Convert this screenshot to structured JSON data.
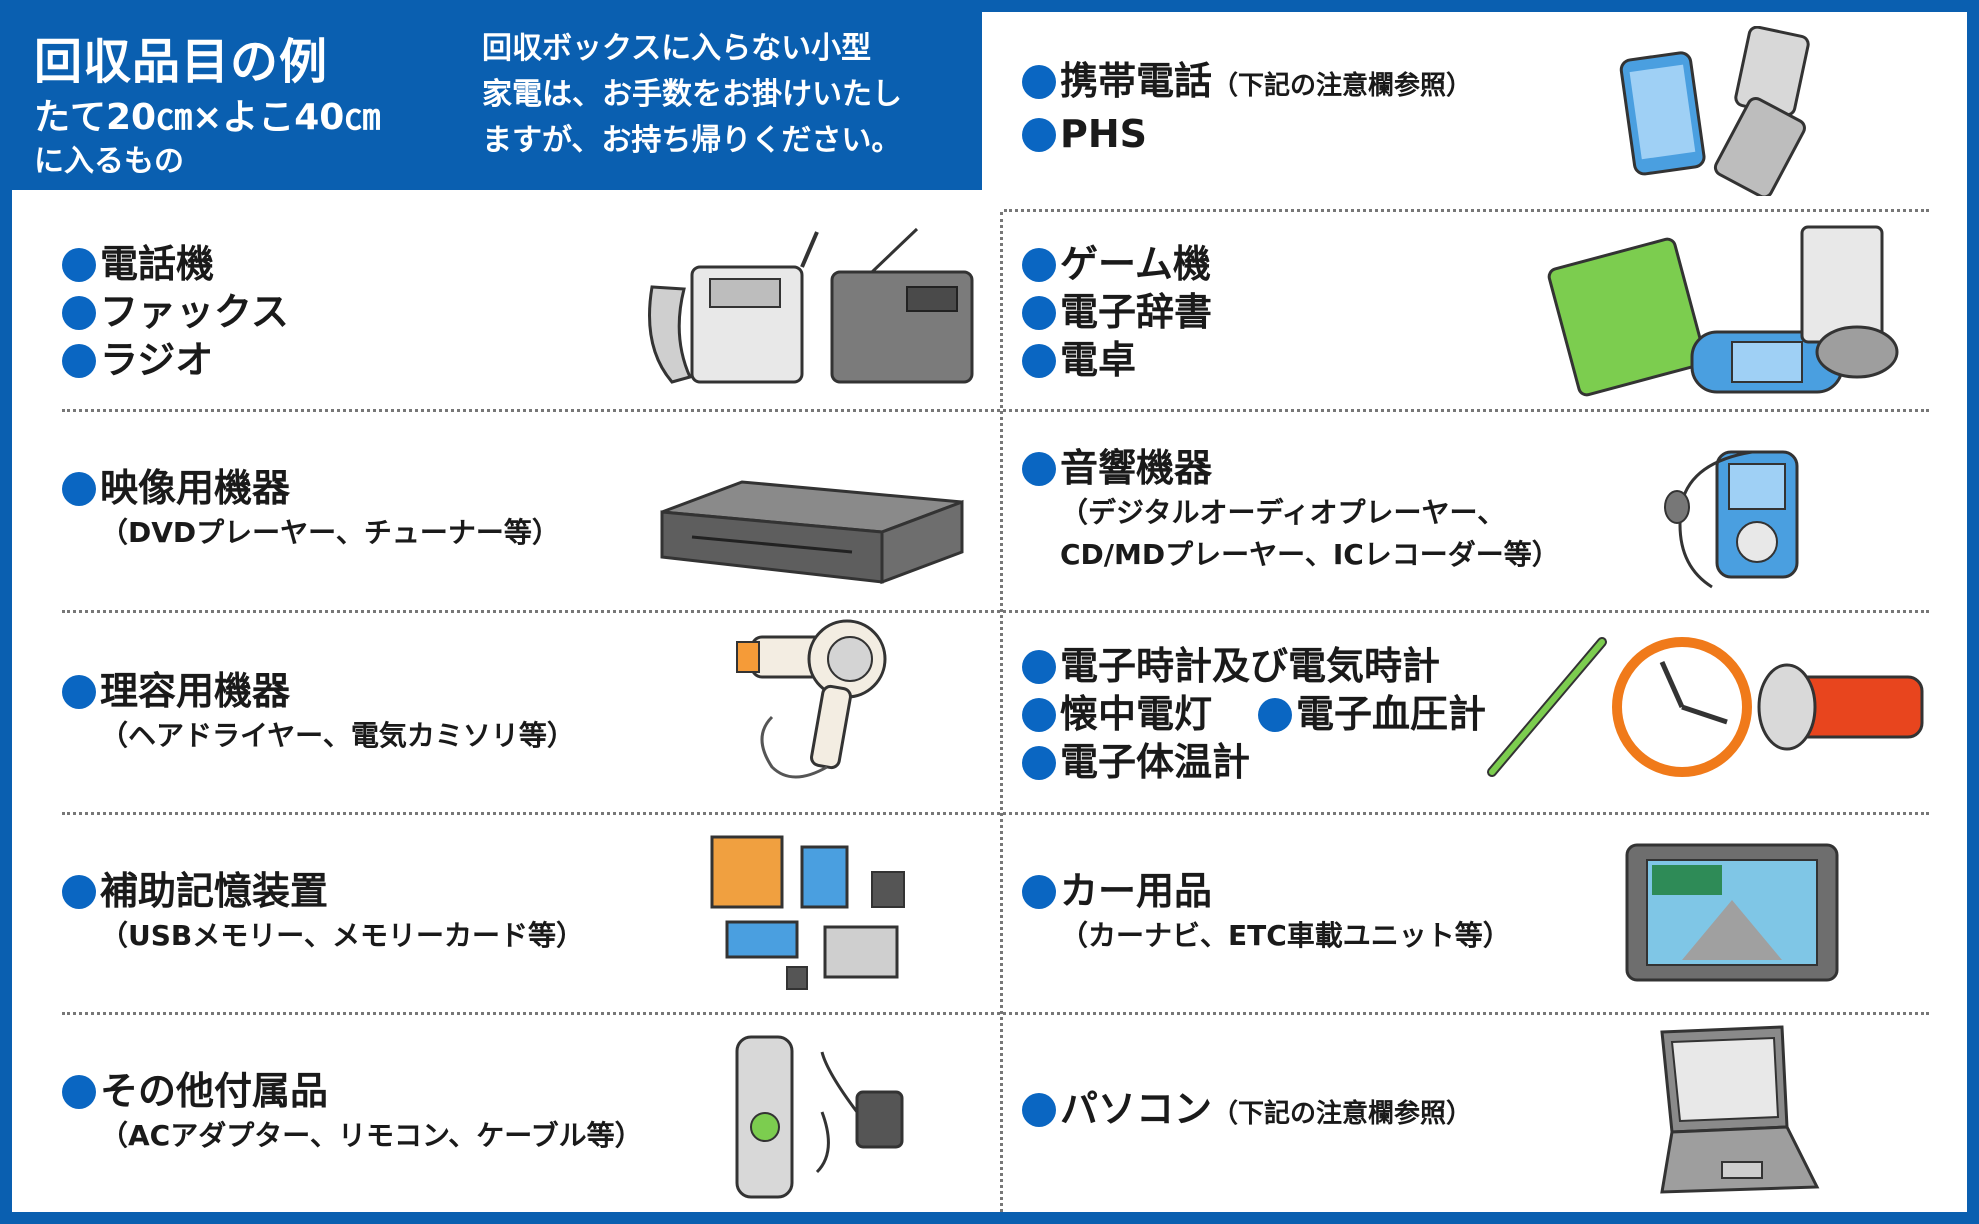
{
  "header": {
    "title": "回収品目の例",
    "size_line": "たて20㎝×よこ40㎝",
    "fit_line": "に入るもの",
    "note_line1": "回収ボックスに入らない小型",
    "note_line2": "家電は、お手数をお掛けいたし",
    "note_line3": "ますが、お持ち帰りください。"
  },
  "cells": {
    "mobile": {
      "line1": "携帯電話",
      "line1_note": "（下記の注意欄参照）",
      "line2": "PHS"
    },
    "phone": {
      "items": [
        "電話機",
        "ファックス",
        "ラジオ"
      ]
    },
    "game": {
      "items": [
        "ゲーム機",
        "電子辞書",
        "電卓"
      ]
    },
    "video": {
      "title": "映像用機器",
      "sub": "（DVDプレーヤー、チューナー等）"
    },
    "audio": {
      "title": "音響機器",
      "sub1": "（デジタルオーディオプレーヤー、",
      "sub2": "CD/MDプレーヤー、ICレコーダー等）"
    },
    "beauty": {
      "title": "理容用機器",
      "sub": "（ヘアドライヤー、電気カミソリ等）"
    },
    "clock": {
      "line1": "電子時計及び電気時計",
      "line2a": "懐中電灯",
      "line2b": "電子血圧計",
      "line3": "電子体温計"
    },
    "storage": {
      "title": "補助記憶装置",
      "sub": "（USBメモリー、メモリーカード等）"
    },
    "car": {
      "title": "カー用品",
      "sub": "（カーナビ、ETC車載ユニット等）"
    },
    "accessory": {
      "title": "その他付属品",
      "sub": "（ACアダプター、リモコン、ケーブル等）"
    },
    "pc": {
      "title": "パソコン",
      "note": "（下記の注意欄参照）"
    }
  },
  "colors": {
    "brand_blue": "#0a5fb0",
    "dot_blue": "#0a66c2"
  }
}
